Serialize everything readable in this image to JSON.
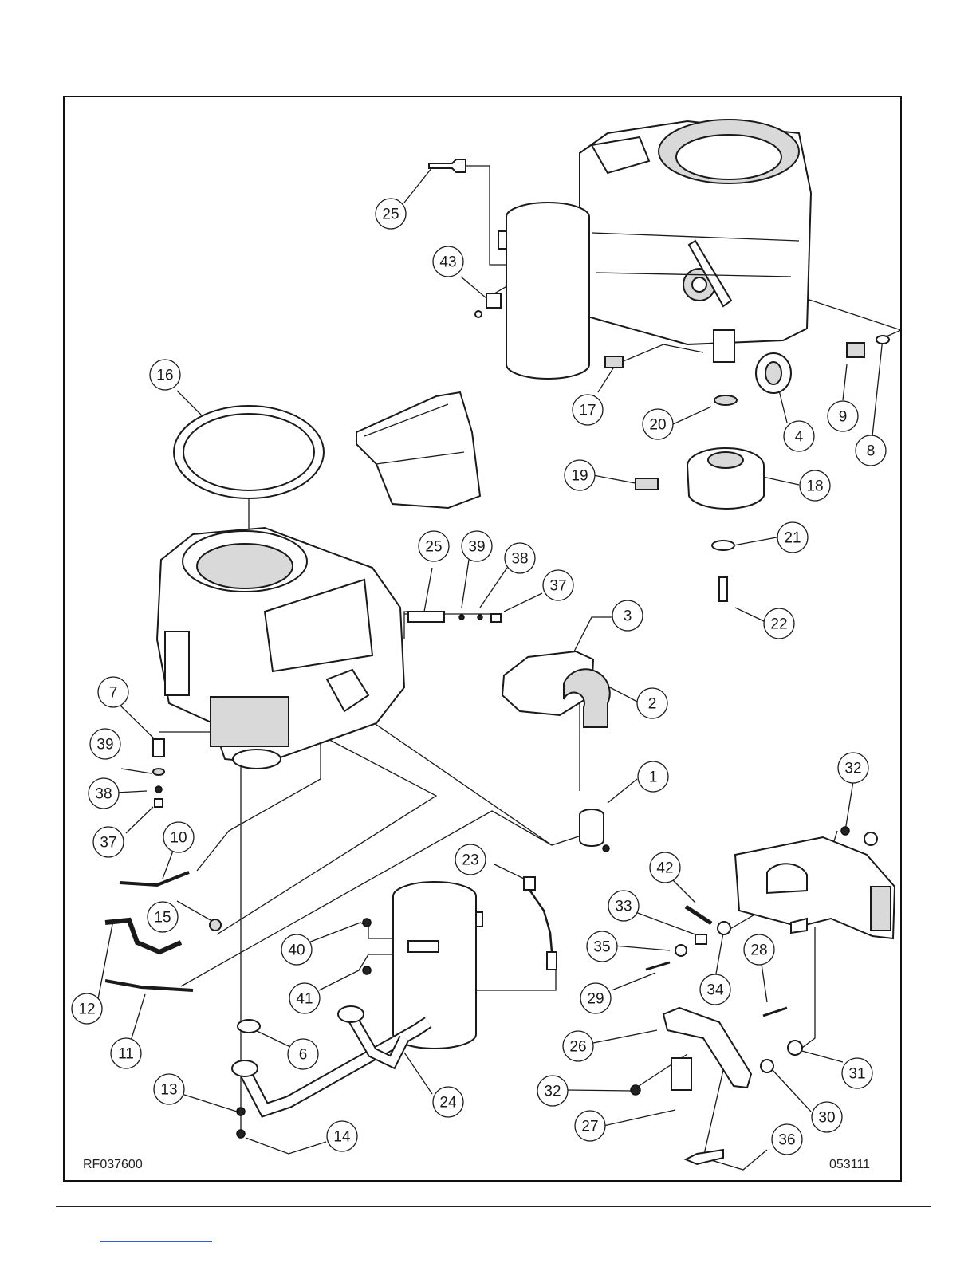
{
  "diagram": {
    "drawing_code": "RF037600",
    "date_code": "053111",
    "callouts": [
      {
        "label": "25",
        "id": "c25a"
      },
      {
        "label": "43",
        "id": "c43"
      },
      {
        "label": "16",
        "id": "c16"
      },
      {
        "label": "17",
        "id": "c17"
      },
      {
        "label": "20",
        "id": "c20"
      },
      {
        "label": "4",
        "id": "c4"
      },
      {
        "label": "9",
        "id": "c9"
      },
      {
        "label": "8",
        "id": "c8"
      },
      {
        "label": "19",
        "id": "c19"
      },
      {
        "label": "18",
        "id": "c18"
      },
      {
        "label": "21",
        "id": "c21"
      },
      {
        "label": "22",
        "id": "c22"
      },
      {
        "label": "25",
        "id": "c25b"
      },
      {
        "label": "39",
        "id": "c39a"
      },
      {
        "label": "38",
        "id": "c38a"
      },
      {
        "label": "37",
        "id": "c37a"
      },
      {
        "label": "3",
        "id": "c3"
      },
      {
        "label": "2",
        "id": "c2"
      },
      {
        "label": "7",
        "id": "c7"
      },
      {
        "label": "39",
        "id": "c39b"
      },
      {
        "label": "38",
        "id": "c38b"
      },
      {
        "label": "37",
        "id": "c37b"
      },
      {
        "label": "1",
        "id": "c1"
      },
      {
        "label": "10",
        "id": "c10"
      },
      {
        "label": "32",
        "id": "c32a"
      },
      {
        "label": "23",
        "id": "c23"
      },
      {
        "label": "42",
        "id": "c42"
      },
      {
        "label": "15",
        "id": "c15"
      },
      {
        "label": "40",
        "id": "c40"
      },
      {
        "label": "33",
        "id": "c33"
      },
      {
        "label": "35",
        "id": "c35"
      },
      {
        "label": "28",
        "id": "c28"
      },
      {
        "label": "41",
        "id": "c41"
      },
      {
        "label": "12",
        "id": "c12"
      },
      {
        "label": "29",
        "id": "c29"
      },
      {
        "label": "34",
        "id": "c34"
      },
      {
        "label": "26",
        "id": "c26"
      },
      {
        "label": "11",
        "id": "c11"
      },
      {
        "label": "6",
        "id": "c6"
      },
      {
        "label": "31",
        "id": "c31"
      },
      {
        "label": "13",
        "id": "c13"
      },
      {
        "label": "32",
        "id": "c32b"
      },
      {
        "label": "24",
        "id": "c24"
      },
      {
        "label": "30",
        "id": "c30"
      },
      {
        "label": "27",
        "id": "c27"
      },
      {
        "label": "14",
        "id": "c14"
      },
      {
        "label": "36",
        "id": "c36"
      }
    ]
  }
}
